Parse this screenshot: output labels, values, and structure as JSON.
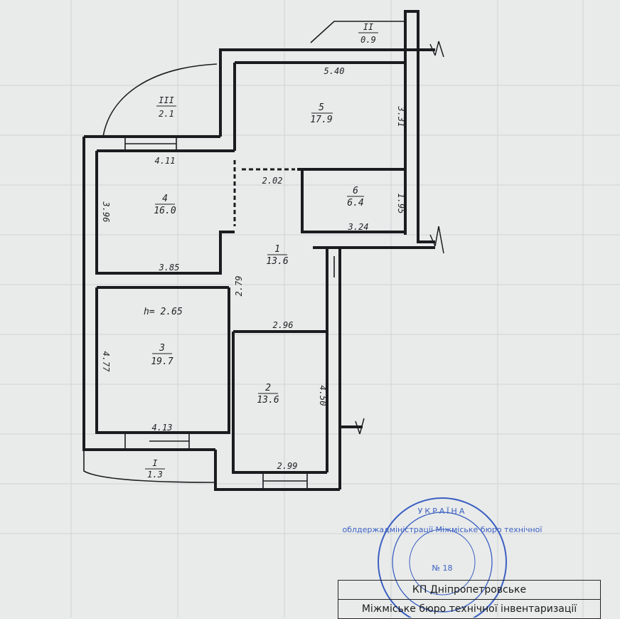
{
  "rooms": [
    {
      "number": "1",
      "area": "13.6"
    },
    {
      "number": "2",
      "area": "13.6"
    },
    {
      "number": "3",
      "area": "19.7"
    },
    {
      "number": "4",
      "area": "16.0"
    },
    {
      "number": "5",
      "area": "17.9"
    },
    {
      "number": "6",
      "area": "6.4"
    }
  ],
  "balconies": [
    {
      "number": "I",
      "area": "1.3"
    },
    {
      "number": "II",
      "area": "0.9"
    },
    {
      "number": "III",
      "area": "2.1"
    }
  ],
  "dimensions": {
    "room5_width": "5.40",
    "room5_depth": "3.31",
    "room4_top": "4.11",
    "room4_side": "3.96",
    "room4_bottom": "3.85",
    "room6_top": "2.02",
    "room6_side": "1.95",
    "room6_bottom": "3.24",
    "corridor_side": "2.79",
    "room2_top": "2.96",
    "room2_side": "4.50",
    "room2_bottom": "2.99",
    "room3_side": "4.77",
    "room3_bottom": "4.13"
  },
  "ceiling_height": "h= 2.65",
  "stamp": {
    "top_text": "УКРАЇНА",
    "ring_text": "облдержадміністрації Міжміське бюро технічної",
    "number": "№ 18"
  },
  "title_block": {
    "line1": "КП Дніпропетровське",
    "line2": "Міжміське бюро технічної інвентаризації"
  }
}
